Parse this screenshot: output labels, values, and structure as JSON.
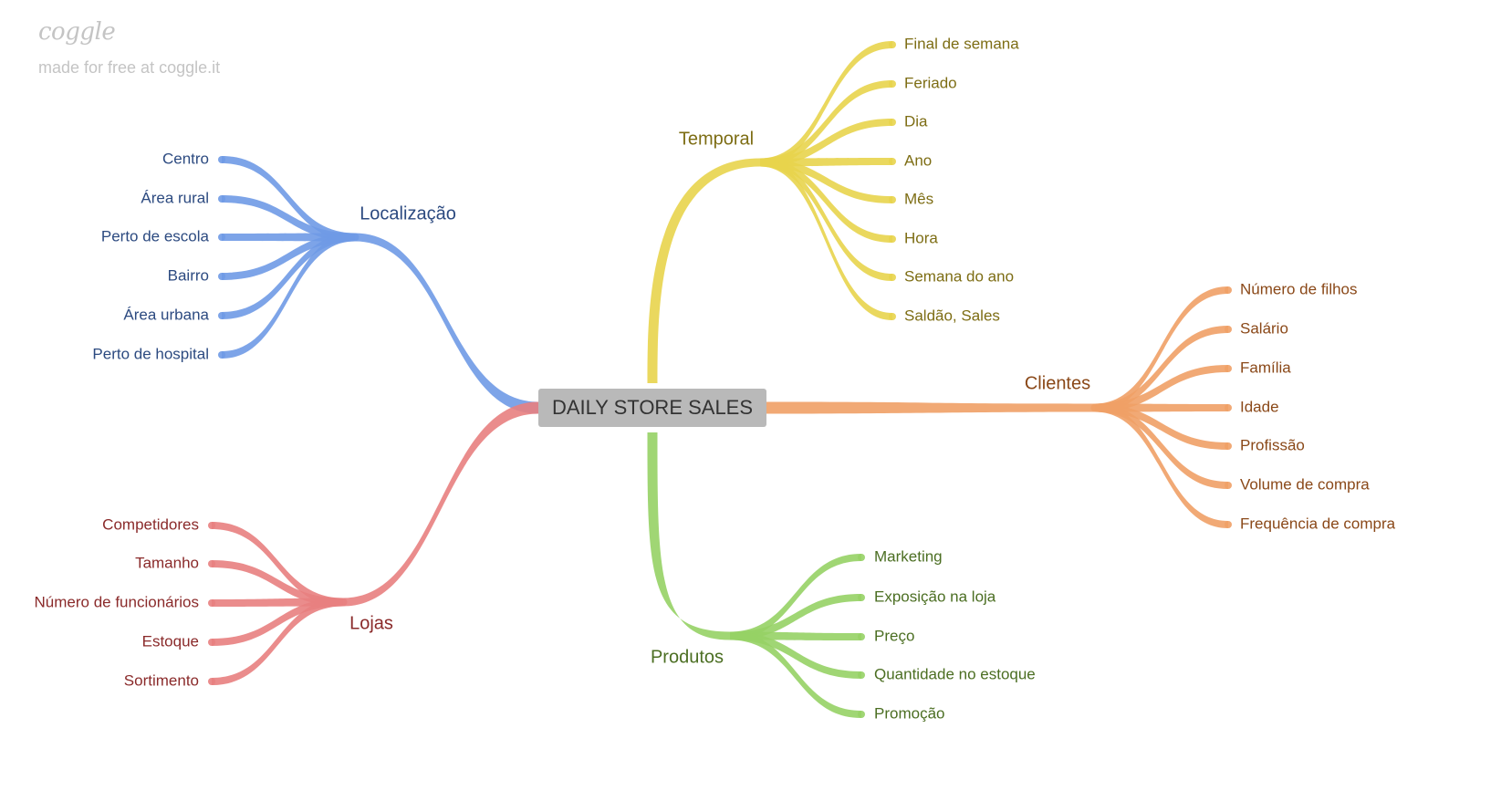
{
  "watermark": {
    "logo": "coggle",
    "text": "made for free at coggle.it"
  },
  "root": {
    "label": "DAILY STORE SALES"
  },
  "colors": {
    "root_bg": "#b9b9b9",
    "root_text": "#333333",
    "temporal": "#e8d44d",
    "temporal_text": "#7d6d14",
    "localizacao": "#6f9ae6",
    "localizacao_text": "#2c4a80",
    "clientes": "#f0a066",
    "clientes_text": "#8a4818",
    "produtos": "#96d265",
    "produtos_text": "#4b6e22",
    "lojas": "#e88080",
    "lojas_text": "#8a2a2a"
  },
  "branches": {
    "temporal": {
      "label": "Temporal",
      "children": [
        "Final de semana",
        "Feriado",
        "Dia",
        "Ano",
        "Mês",
        "Hora",
        "Semana do ano",
        "Saldão, Sales"
      ]
    },
    "localizacao": {
      "label": "Localização",
      "children": [
        "Centro",
        "Área rural",
        "Perto de escola",
        "Bairro",
        "Área urbana",
        "Perto de hospital"
      ]
    },
    "clientes": {
      "label": "Clientes",
      "children": [
        "Número de filhos",
        "Salário",
        "Família",
        "Idade",
        "Profissão",
        "Volume de compra",
        "Frequência de compra"
      ]
    },
    "produtos": {
      "label": "Produtos",
      "children": [
        "Marketing",
        "Exposição na loja",
        "Preço",
        "Quantidade no estoque",
        "Promoção"
      ]
    },
    "lojas": {
      "label": "Lojas",
      "children": [
        "Competidores",
        "Tamanho",
        "Número de funcionários",
        "Estoque",
        "Sortimento"
      ]
    }
  }
}
